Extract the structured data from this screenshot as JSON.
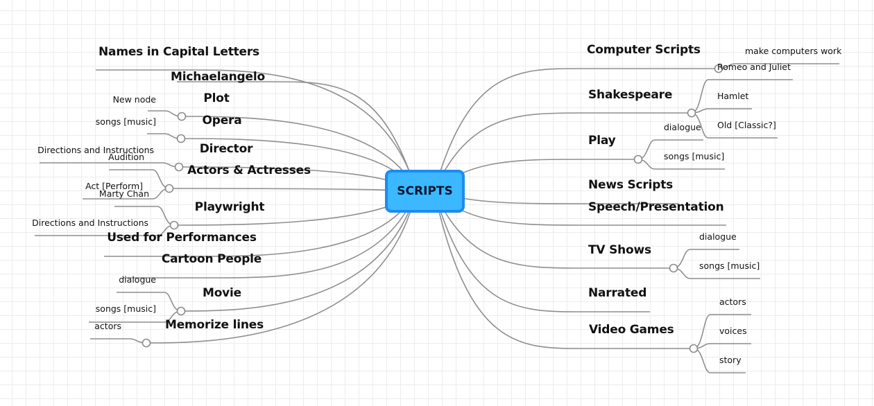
{
  "root": {
    "label": "SCRIPTS",
    "fill": "#3bb8ff",
    "border": "#1c8cf2"
  },
  "left_topics": [
    {
      "label": "Names in Capital Letters"
    },
    {
      "label": "Michaelangelo"
    },
    {
      "label": "Plot",
      "children": [
        "New node"
      ]
    },
    {
      "label": "Opera",
      "children": [
        "songs [music]"
      ]
    },
    {
      "label": "Director",
      "children": [
        "Directions and Instructions"
      ]
    },
    {
      "label": "Actors & Actresses",
      "children": [
        "Audition",
        "Act [Perform]"
      ]
    },
    {
      "label": "Playwright",
      "children": [
        "Marty Chan",
        "Directions and Instructions"
      ]
    },
    {
      "label": "Used for Performances"
    },
    {
      "label": "Cartoon People"
    },
    {
      "label": "Movie",
      "children": [
        "dialogue",
        "songs [music]"
      ]
    },
    {
      "label": "Memorize lines",
      "children": [
        "actors"
      ]
    }
  ],
  "right_topics": [
    {
      "label": "Computer Scripts",
      "children": [
        "make computers work"
      ]
    },
    {
      "label": "Shakespeare",
      "children": [
        "Romeo and Juliet",
        "Hamlet",
        "Old [Classic?]"
      ]
    },
    {
      "label": "Play",
      "children": [
        "dialogue",
        "songs [music]"
      ]
    },
    {
      "label": "News Scripts"
    },
    {
      "label": "Speech/Presentation"
    },
    {
      "label": "TV Shows",
      "children": [
        "dialogue",
        "songs [music]"
      ]
    },
    {
      "label": "Narrated"
    },
    {
      "label": "Video Games",
      "children": [
        "actors",
        "voices",
        "story"
      ]
    }
  ],
  "colors": {
    "line": "#8e8e8e",
    "grid": "#ececec",
    "text": "#111111"
  }
}
